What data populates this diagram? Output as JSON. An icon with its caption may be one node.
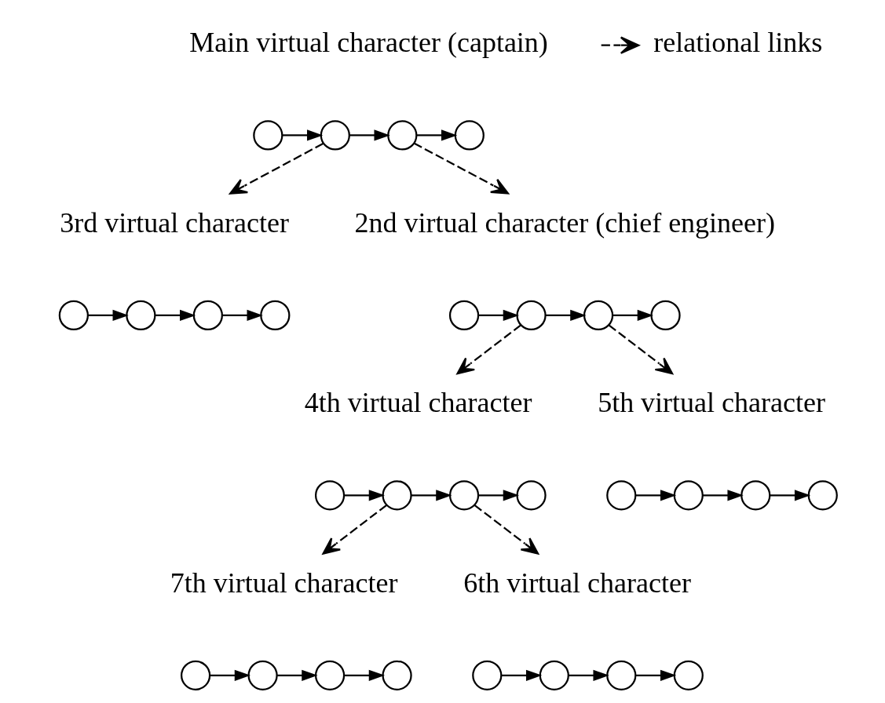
{
  "diagram": {
    "nodes": [
      {
        "text": [
          "Main virtual character (captain)"
        ]
      },
      {
        "text": [],
        "shape": "circle"
      },
      {
        "text": [],
        "shape": "circle"
      },
      {
        "text": [],
        "shape": "circle"
      },
      {
        "text": [],
        "shape": "circle"
      },
      {
        "text": [
          "3rd virtual character"
        ]
      },
      {
        "text": [
          "2nd virtual character (chief engineer)"
        ]
      },
      {
        "text": [],
        "shape": "circle"
      },
      {
        "text": [],
        "shape": "circle"
      },
      {
        "text": [],
        "shape": "circle"
      },
      {
        "text": [],
        "shape": "circle"
      },
      {
        "text": [],
        "shape": "circle"
      },
      {
        "text": [],
        "shape": "circle"
      },
      {
        "text": [],
        "shape": "circle"
      },
      {
        "text": [],
        "shape": "circle"
      },
      {
        "text": [
          "4th virtual character"
        ]
      },
      {
        "text": [
          "5th virtual character"
        ]
      },
      {
        "text": [],
        "shape": "circle"
      },
      {
        "text": [],
        "shape": "circle"
      },
      {
        "text": [],
        "shape": "circle"
      },
      {
        "text": [],
        "shape": "circle"
      },
      {
        "text": [],
        "shape": "circle"
      },
      {
        "text": [],
        "shape": "circle"
      },
      {
        "text": [],
        "shape": "circle"
      },
      {
        "text": [],
        "shape": "circle"
      },
      {
        "text": [
          "7th virtual character"
        ]
      },
      {
        "text": [
          "6th virtual character"
        ]
      },
      {
        "text": [],
        "shape": "circle"
      },
      {
        "text": [],
        "shape": "circle"
      },
      {
        "text": [],
        "shape": "circle"
      },
      {
        "text": [],
        "shape": "circle"
      },
      {
        "text": [],
        "shape": "circle"
      },
      {
        "text": [],
        "shape": "circle"
      },
      {
        "text": [],
        "shape": "circle"
      },
      {
        "text": [],
        "shape": "circle"
      }
    ],
    "edges": [
      {
        "from": 1,
        "to": 2,
        "arrow": "to"
      },
      {
        "from": 2,
        "to": 3,
        "arrow": "to"
      },
      {
        "from": 3,
        "to": 4,
        "arrow": "to"
      },
      {
        "from": 2,
        "to": 5,
        "arrow": "to",
        "style": "dashed"
      },
      {
        "from": 3,
        "to": 6,
        "arrow": "to",
        "style": "dashed"
      },
      {
        "from": 7,
        "to": 8,
        "arrow": "to"
      },
      {
        "from": 8,
        "to": 9,
        "arrow": "to"
      },
      {
        "from": 9,
        "to": 10,
        "arrow": "to"
      },
      {
        "from": 11,
        "to": 12,
        "arrow": "to"
      },
      {
        "from": 12,
        "to": 13,
        "arrow": "to"
      },
      {
        "from": 13,
        "to": 14,
        "arrow": "to"
      },
      {
        "from": 12,
        "to": 15,
        "arrow": "to",
        "style": "dashed"
      },
      {
        "from": 13,
        "to": 16,
        "arrow": "to",
        "style": "dashed"
      },
      {
        "from": 17,
        "to": 18,
        "arrow": "to"
      },
      {
        "from": 18,
        "to": 19,
        "arrow": "to"
      },
      {
        "from": 19,
        "to": 20,
        "arrow": "to"
      },
      {
        "from": 21,
        "to": 22,
        "arrow": "to"
      },
      {
        "from": 22,
        "to": 23,
        "arrow": "to"
      },
      {
        "from": 23,
        "to": 24,
        "arrow": "to"
      },
      {
        "from": 18,
        "to": 25,
        "arrow": "to",
        "style": "dashed"
      },
      {
        "from": 19,
        "to": 26,
        "arrow": "to",
        "style": "dashed"
      },
      {
        "from": 27,
        "to": 28,
        "arrow": "to"
      },
      {
        "from": 28,
        "to": 29,
        "arrow": "to"
      },
      {
        "from": 29,
        "to": 30,
        "arrow": "to"
      },
      {
        "from": 31,
        "to": 32,
        "arrow": "to"
      },
      {
        "from": 32,
        "to": 33,
        "arrow": "to"
      },
      {
        "from": 33,
        "to": 34,
        "arrow": "to"
      }
    ],
    "legend": [
      {
        "text": "relational links"
      }
    ]
  }
}
